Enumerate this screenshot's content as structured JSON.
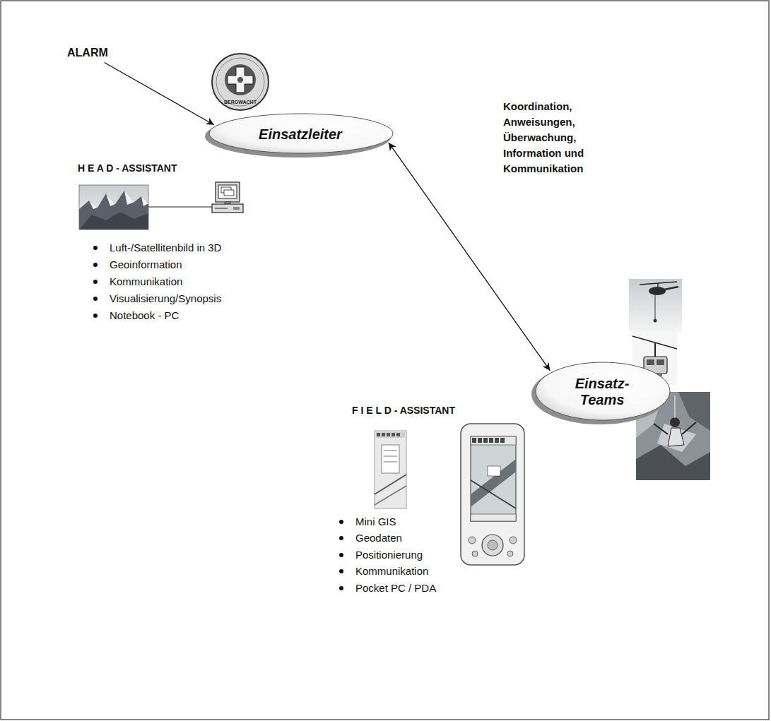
{
  "diagram": {
    "nodes": [
      {
        "text": [
          "ALARM"
        ]
      },
      {
        "text": [
          "Einsatzleiter"
        ]
      },
      {
        "text": [
          "Einsatz- Teams"
        ]
      }
    ],
    "edges": [
      {
        "from": 0,
        "to": 1,
        "arrow": "to"
      },
      {
        "from": 1,
        "to": 2,
        "label": "Koordination, Anweisungen, Überwachung, Information und Kommunikation",
        "arrow": "both"
      }
    ],
    "labels": [
      "BERGWACHT",
      "H E A D - ASSISTANT",
      "Luft-/Satellitenbild in 3D",
      "Geoinformation",
      "Kommunikation",
      "Visualisierung/Synopsis",
      "Notebook - PC",
      "F I E L D - ASSISTANT",
      "Mini GIS",
      "Geodaten",
      "Positionierung",
      "Kommunikation",
      "Pocket PC / PDA"
    ]
  }
}
